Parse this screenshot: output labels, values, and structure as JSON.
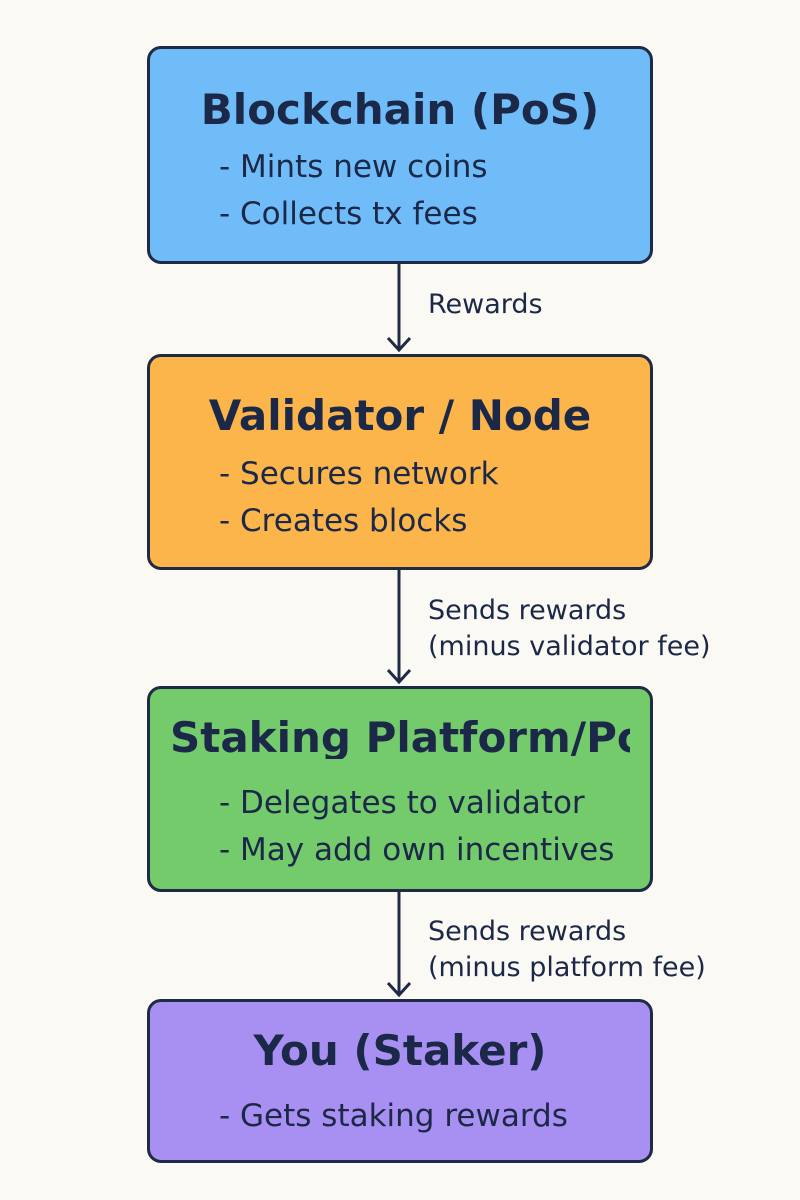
{
  "boxes": [
    {
      "title": "Blockchain (PoS)",
      "lines": [
        "- Mints new coins",
        "- Collects tx fees"
      ],
      "color": "#6fbcf8"
    },
    {
      "title": "Validator / Node",
      "lines": [
        "- Secures network",
        "- Creates blocks"
      ],
      "color": "#fbb54a"
    },
    {
      "title": "Staking Platform/Po",
      "lines": [
        "- Delegates to validator",
        "- May add own incentives"
      ],
      "color": "#74cb6c"
    },
    {
      "title": "You (Staker)",
      "lines": [
        "- Gets staking rewards"
      ],
      "color": "#a890f2"
    }
  ],
  "connectors": [
    {
      "lines": [
        "Rewards"
      ]
    },
    {
      "lines": [
        "Sends rewards",
        "(minus validator fee)"
      ]
    },
    {
      "lines": [
        "Sends rewards",
        "(minus platform fee)"
      ]
    }
  ],
  "colors": {
    "background": "#fbf9f4",
    "stroke": "#1f2a44",
    "text": "#1c2847"
  }
}
